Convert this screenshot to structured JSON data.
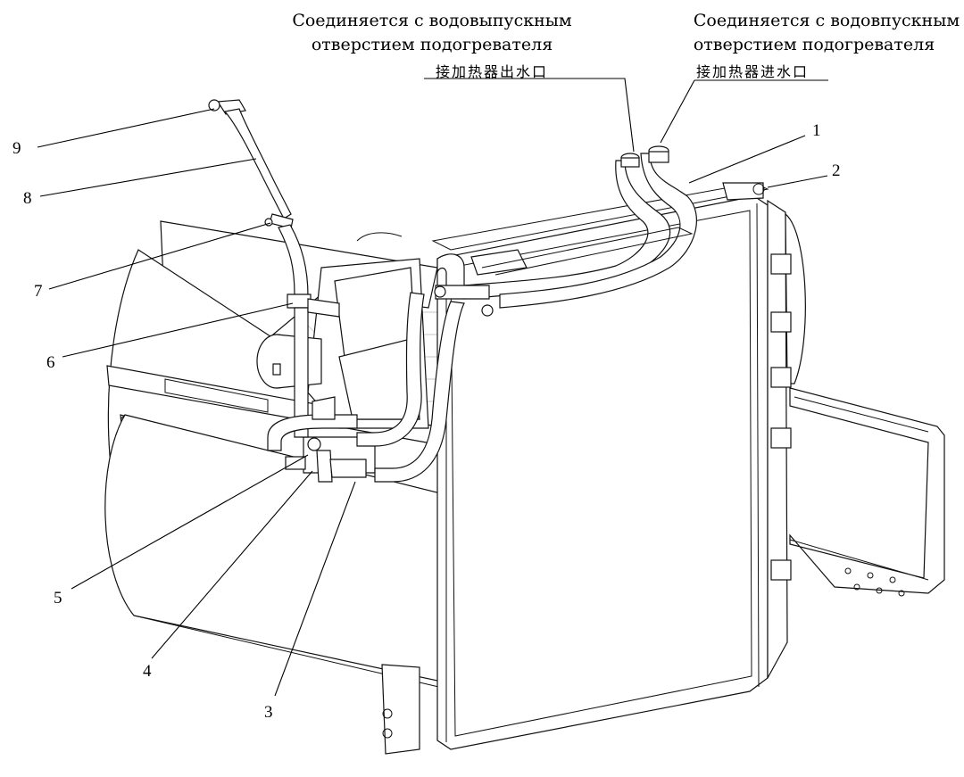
{
  "annotations": {
    "outlet_ru_line1": "Соединяется с водовыпускным",
    "outlet_ru_line2": "отверстием подогревателя",
    "outlet_cn": "接加热器出水口",
    "inlet_ru_line1": "Соединяется с водовпускным",
    "inlet_ru_line2": "отверстием подогревателя",
    "inlet_cn": "接加热器进水口"
  },
  "callouts": [
    "1",
    "2",
    "3",
    "4",
    "5",
    "6",
    "7",
    "8",
    "9"
  ]
}
